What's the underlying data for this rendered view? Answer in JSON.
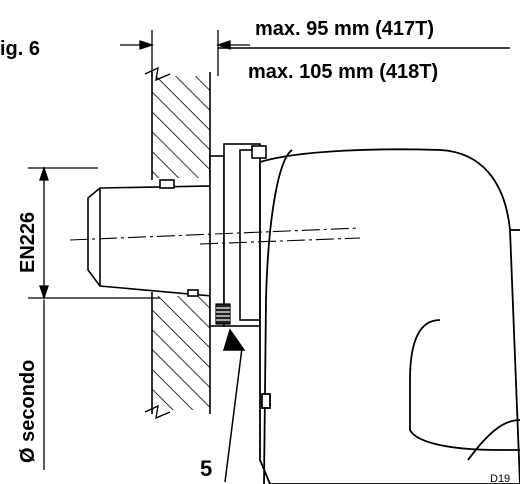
{
  "figure_label": "ig. 6",
  "dim_top": "max.  95 mm (417T)",
  "dim_bottom": "max. 105 mm (418T)",
  "vertical_label_1": "EN226",
  "vertical_label_2": "Ø secondo",
  "callout_number": "5",
  "drawing_code": "D19"
}
